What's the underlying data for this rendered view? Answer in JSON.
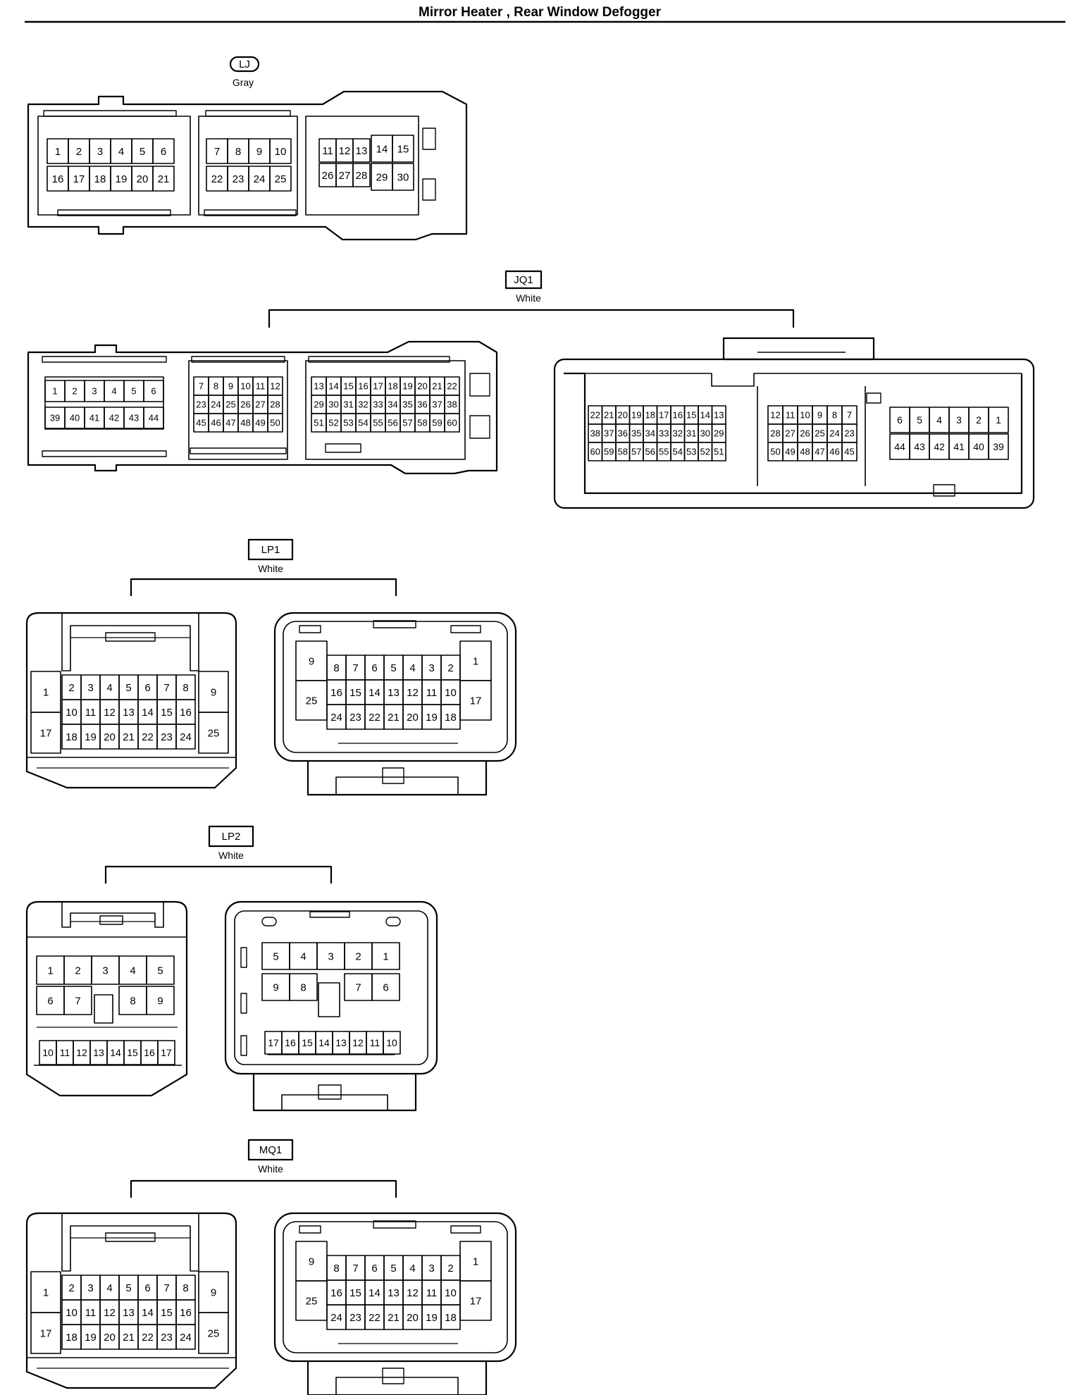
{
  "page": {
    "title": "Mirror Heater , Rear Window Defogger"
  },
  "connectors": [
    {
      "id": "LJ",
      "color": "Gray",
      "variants": 1
    },
    {
      "id": "JQ1",
      "color": "White",
      "variants": 2
    },
    {
      "id": "LP1",
      "color": "White",
      "variants": 2
    },
    {
      "id": "LP2",
      "color": "White",
      "variants": 2
    },
    {
      "id": "MQ1",
      "color": "White",
      "variants": 2
    }
  ],
  "pins": {
    "lj": [
      [
        "1",
        "2",
        "3",
        "4",
        "5",
        "6"
      ],
      [
        "16",
        "17",
        "18",
        "19",
        "20",
        "21"
      ],
      [
        "7",
        "8",
        "9",
        "10"
      ],
      [
        "22",
        "23",
        "24",
        "25"
      ],
      [
        "11",
        "12",
        "13",
        "14",
        "15"
      ],
      [
        "26",
        "27",
        "28",
        "29",
        "30"
      ]
    ],
    "jq1_male": [
      [
        "1",
        "2",
        "3",
        "4",
        "5",
        "6"
      ],
      [
        "39",
        "40",
        "41",
        "42",
        "43",
        "44"
      ],
      [
        "7",
        "8",
        "9",
        "10",
        "11",
        "12"
      ],
      [
        "23",
        "24",
        "25",
        "26",
        "27",
        "28"
      ],
      [
        "45",
        "46",
        "47",
        "48",
        "49",
        "50"
      ],
      [
        "13",
        "14",
        "15",
        "16",
        "17",
        "18",
        "19",
        "20",
        "21",
        "22"
      ],
      [
        "29",
        "30",
        "31",
        "32",
        "33",
        "34",
        "35",
        "36",
        "37",
        "38"
      ],
      [
        "51",
        "52",
        "53",
        "54",
        "55",
        "56",
        "57",
        "58",
        "59",
        "60"
      ]
    ],
    "jq1_female": [
      [
        "22",
        "21",
        "20",
        "19",
        "18",
        "17",
        "16",
        "15",
        "14",
        "13"
      ],
      [
        "38",
        "37",
        "36",
        "35",
        "34",
        "33",
        "32",
        "31",
        "30",
        "29"
      ],
      [
        "60",
        "59",
        "58",
        "57",
        "56",
        "55",
        "54",
        "53",
        "52",
        "51"
      ],
      [
        "12",
        "11",
        "10",
        "9",
        "8",
        "7"
      ],
      [
        "28",
        "27",
        "26",
        "25",
        "24",
        "23"
      ],
      [
        "50",
        "49",
        "48",
        "47",
        "46",
        "45"
      ],
      [
        "6",
        "5",
        "4",
        "3",
        "2",
        "1"
      ],
      [
        "44",
        "43",
        "42",
        "41",
        "40",
        "39"
      ]
    ],
    "p25_male": {
      "left": [
        "1",
        "17"
      ],
      "rows": [
        [
          "2",
          "3",
          "4",
          "5",
          "6",
          "7",
          "8"
        ],
        [
          "10",
          "11",
          "12",
          "13",
          "14",
          "15",
          "16"
        ],
        [
          "18",
          "19",
          "20",
          "21",
          "22",
          "23",
          "24"
        ]
      ],
      "right": [
        "9",
        "25"
      ]
    },
    "p25_female": {
      "left": [
        "9",
        "25"
      ],
      "rows": [
        [
          "8",
          "7",
          "6",
          "5",
          "4",
          "3",
          "2"
        ],
        [
          "16",
          "15",
          "14",
          "13",
          "12",
          "11",
          "10"
        ],
        [
          "24",
          "23",
          "22",
          "21",
          "20",
          "19",
          "18"
        ]
      ],
      "right": [
        "1",
        "17"
      ]
    },
    "lp2_male": [
      [
        "1",
        "2",
        "3",
        "4",
        "5"
      ],
      [
        "6",
        "7",
        "",
        "8",
        "9"
      ],
      [
        "10",
        "11",
        "12",
        "13",
        "14",
        "15",
        "16",
        "17"
      ]
    ],
    "lp2_female": [
      [
        "5",
        "4",
        "3",
        "2",
        "1"
      ],
      [
        "9",
        "8",
        "",
        "7",
        "6"
      ],
      [
        "17",
        "16",
        "15",
        "14",
        "13",
        "12",
        "11",
        "10"
      ]
    ]
  }
}
